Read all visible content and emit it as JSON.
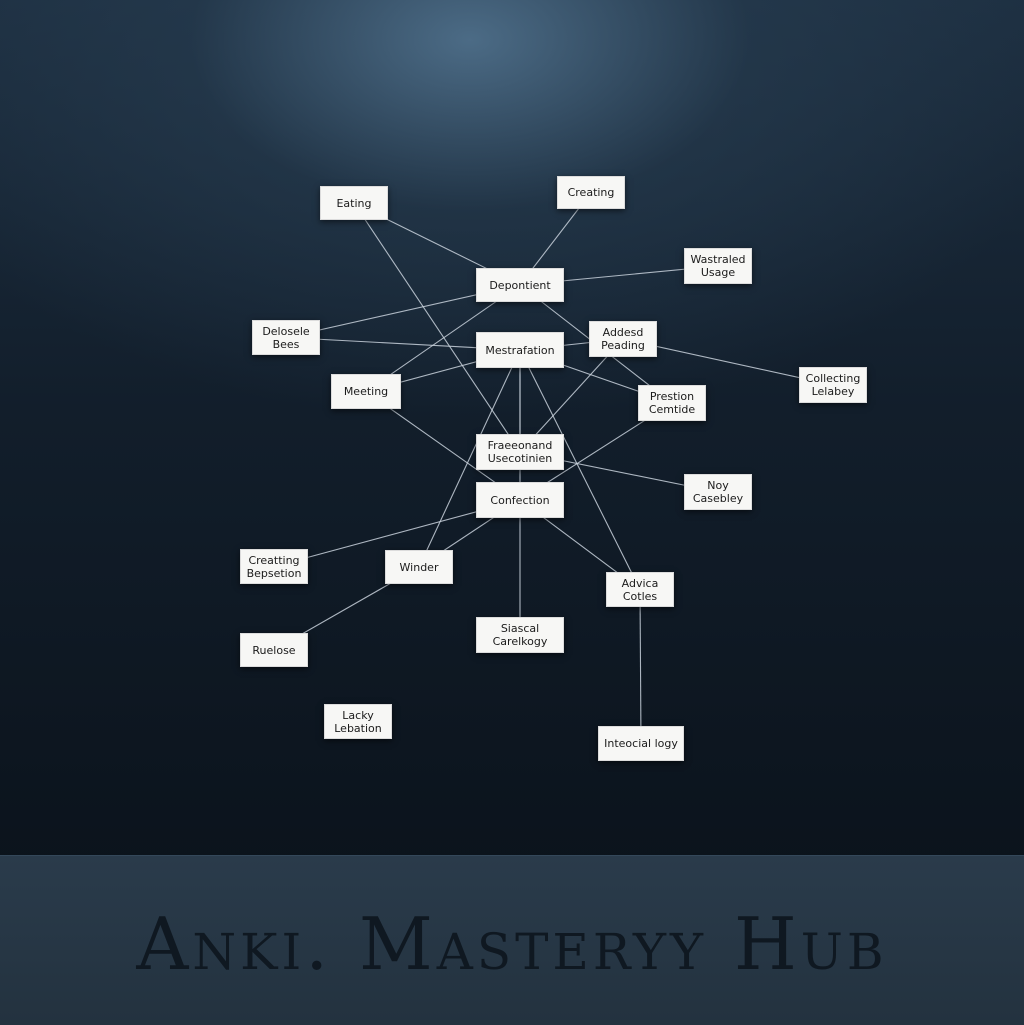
{
  "footer": {
    "title": "Anki. Masteryy Hub"
  },
  "diagram": {
    "nodes": [
      {
        "id": "eating",
        "label": "Eating"
      },
      {
        "id": "creating",
        "label": "Creating"
      },
      {
        "id": "wasted-usage",
        "label": "Wastraled\nUsage"
      },
      {
        "id": "depontient",
        "label": "Depontient"
      },
      {
        "id": "delosele-bees",
        "label": "Delosele\nBees"
      },
      {
        "id": "mestrafation",
        "label": "Mestrafation"
      },
      {
        "id": "addesd-peading",
        "label": "Addesd\nPeading"
      },
      {
        "id": "collecting-lelabey",
        "label": "Collecting\nLelabey"
      },
      {
        "id": "meeting",
        "label": "Meeting"
      },
      {
        "id": "prestion-cemtide",
        "label": "Prestion\nCemtide"
      },
      {
        "id": "fraeeonand",
        "label": "Fraeeonand\nUsecotinien"
      },
      {
        "id": "noy-casebley",
        "label": "Noy\nCasebley"
      },
      {
        "id": "confection",
        "label": "Confection"
      },
      {
        "id": "creating-bepsetion",
        "label": "Creatting\nBepsetion"
      },
      {
        "id": "winder",
        "label": "Winder"
      },
      {
        "id": "advica-cotles",
        "label": "Advica\nCotles"
      },
      {
        "id": "ruelose",
        "label": "Ruelose"
      },
      {
        "id": "siascal-carelkogy",
        "label": "Siascal\nCarelkogy"
      },
      {
        "id": "lacky-lebation",
        "label": "Lacky\nLebation"
      },
      {
        "id": "inteocial-iogy",
        "label": "Inteocial logy"
      }
    ],
    "edges": [
      [
        "eating",
        "depontient"
      ],
      [
        "eating",
        "fraeeonand"
      ],
      [
        "creating",
        "depontient"
      ],
      [
        "depontient",
        "wasted-usage"
      ],
      [
        "depontient",
        "delosele-bees"
      ],
      [
        "depontient",
        "meeting"
      ],
      [
        "depontient",
        "prestion-cemtide"
      ],
      [
        "delosele-bees",
        "mestrafation"
      ],
      [
        "mestrafation",
        "meeting"
      ],
      [
        "mestrafation",
        "addesd-peading"
      ],
      [
        "mestrafation",
        "fraeeonand"
      ],
      [
        "mestrafation",
        "confection"
      ],
      [
        "mestrafation",
        "winder"
      ],
      [
        "mestrafation",
        "advica-cotles"
      ],
      [
        "mestrafation",
        "prestion-cemtide"
      ],
      [
        "addesd-peading",
        "collecting-lelabey"
      ],
      [
        "addesd-peading",
        "fraeeonand"
      ],
      [
        "meeting",
        "confection"
      ],
      [
        "prestion-cemtide",
        "confection"
      ],
      [
        "fraeeonand",
        "noy-casebley"
      ],
      [
        "confection",
        "creating-bepsetion"
      ],
      [
        "confection",
        "winder"
      ],
      [
        "confection",
        "advica-cotles"
      ],
      [
        "confection",
        "siascal-carelkogy"
      ],
      [
        "winder",
        "ruelose"
      ],
      [
        "advica-cotles",
        "inteocial-iogy"
      ]
    ]
  }
}
